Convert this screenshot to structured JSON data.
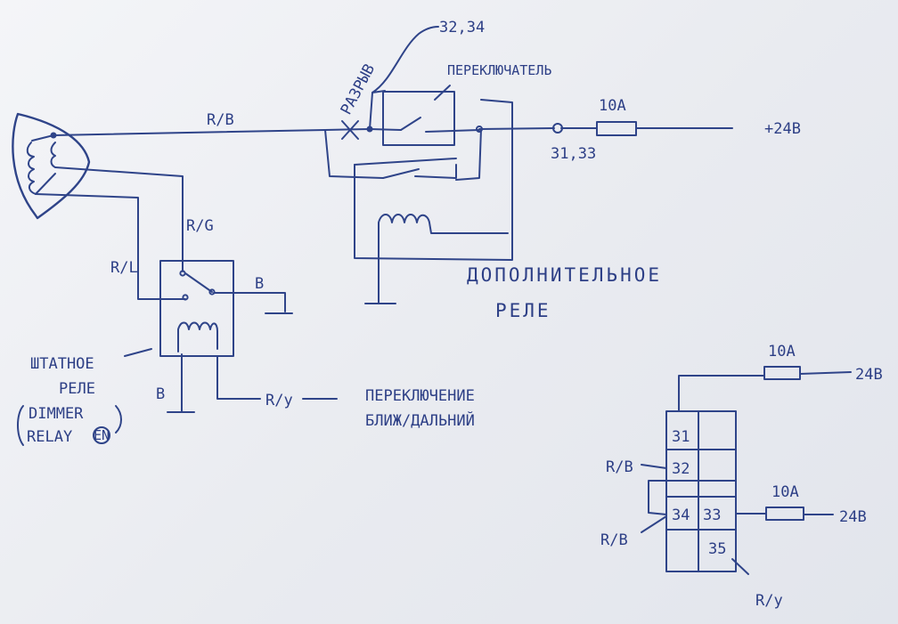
{
  "diagram": {
    "labels": {
      "wire_rb_top": "R/B",
      "wire_rg": "R/G",
      "wire_rl": "R/L",
      "wire_b_right": "B",
      "wire_b_left": "B",
      "wire_ry": "R/y",
      "highbeam_switching_line1": "ПЕРЕКЛЮЧЕНИЕ",
      "highbeam_switching_line2": "БЛИЖ/ДАЛЬНИЙ",
      "stock_relay_line1": "ШТАТНОЕ",
      "stock_relay_line2": "РЕЛЕ",
      "dimmer_line1": "DIMMER",
      "dimmer_line2": "RELAY",
      "dimmer_badge": "EN",
      "break_label": "РАЗРЫВ",
      "pins_break": "32,34",
      "switch_label": "ПЕРЕКЛЮЧАТЕЛЬ",
      "fuse_top": "10A",
      "supply_top": "+24В",
      "pins_terminal": "31,33",
      "extra_relay_line1": "ДОПОЛНИТЕЛЬНОЕ",
      "extra_relay_line2": "РЕЛЕ"
    },
    "connector": {
      "pin_31": "31",
      "pin_32": "32",
      "pin_34": "34",
      "pin_33": "33",
      "pin_35": "35",
      "wire_rb_32": "R/B",
      "wire_rb_34": "R/B",
      "wire_ry_35": "R/y",
      "fuse_upper": "10A",
      "supply_upper": "24В",
      "fuse_lower": "10A",
      "supply_lower": "24В"
    }
  }
}
